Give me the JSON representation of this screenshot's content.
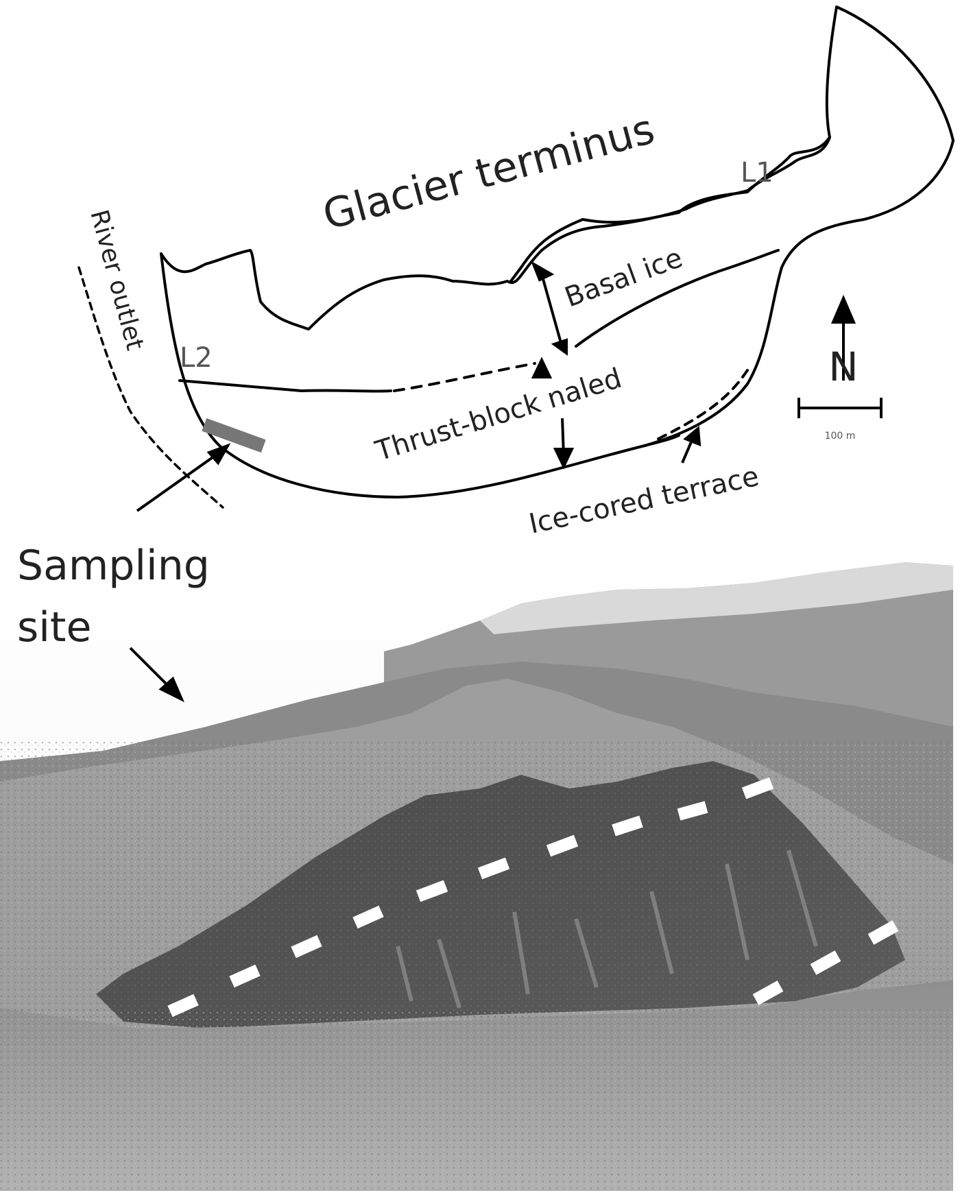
{
  "labels": {
    "glacier_terminus": "Glacier terminus",
    "l1": "L1",
    "l2": "L2",
    "river_outlet": "River outlet",
    "basal_ice": "Basal ice",
    "thrust_block_naled": "Thrust-block naled",
    "ice_cored_terrace": "Ice-cored terrace",
    "sampling_site_line1": "Sampling",
    "sampling_site_line2": "site",
    "north": "N",
    "scale_text": "100 m"
  },
  "colors": {
    "line": "#000000",
    "sampling_marker": "#777777",
    "photo_marker": "#ffffff"
  }
}
